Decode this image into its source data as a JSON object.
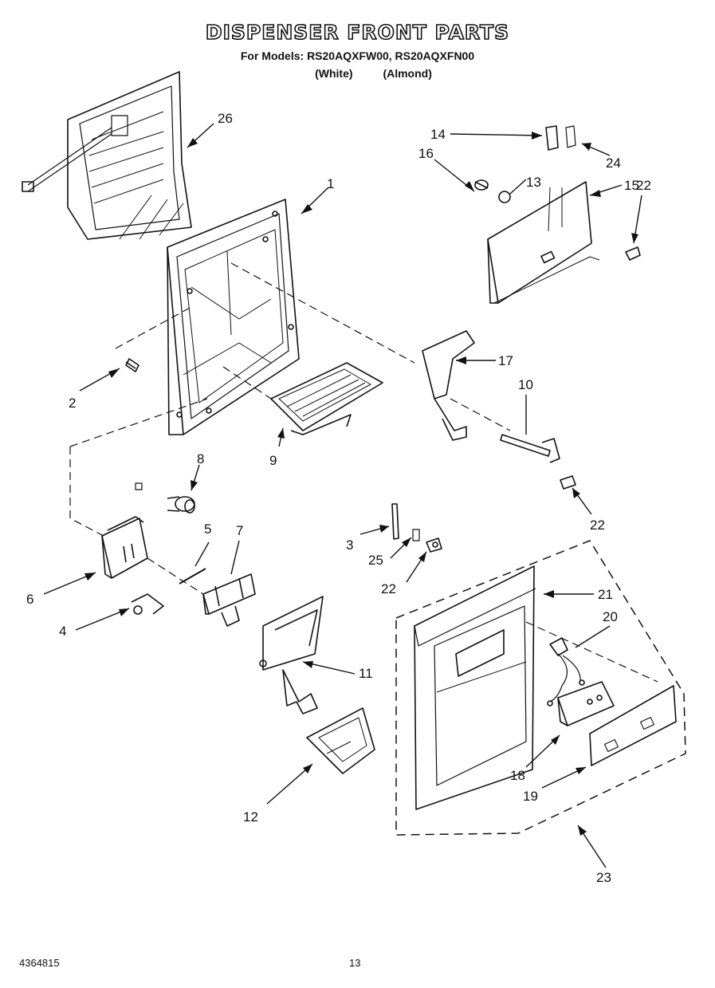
{
  "header": {
    "title": "DISPENSER FRONT PARTS",
    "models_line": "For Models: RS20AQXFW00, RS20AQXFN00",
    "color_white": "(White)",
    "color_almond": "(Almond)"
  },
  "callouts": [
    "1",
    "2",
    "3",
    "4",
    "5",
    "6",
    "7",
    "8",
    "9",
    "10",
    "11",
    "12",
    "13",
    "14",
    "15",
    "16",
    "17",
    "18",
    "19",
    "20",
    "21",
    "22",
    "22",
    "22",
    "23",
    "24",
    "25",
    "26"
  ],
  "footer": {
    "doc_number": "4364815",
    "page_number": "13"
  }
}
